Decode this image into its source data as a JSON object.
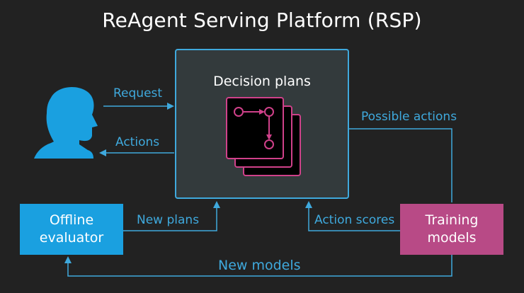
{
  "title": "ReAgent Serving Platform (RSP)",
  "center_box": {
    "title": "Decision plans"
  },
  "offline_evaluator": {
    "line1": "Offline",
    "line2": "evaluator"
  },
  "training_models": {
    "line1": "Training",
    "line2": "models"
  },
  "edges": {
    "request": "Request",
    "actions": "Actions",
    "possible_actions": "Possible actions",
    "new_plans": "New plans",
    "action_scores": "Action scores",
    "new_models": "New models"
  },
  "colors": {
    "background": "#222222",
    "accent_blue": "#3fa9dd",
    "evaluator_fill": "#1aa0e0",
    "training_fill": "#b84a86",
    "plan_pink": "#d0418a",
    "center_fill": "#333a3c"
  },
  "icons": {
    "user": "user-head-icon",
    "plan": "decision-graph-icon"
  }
}
